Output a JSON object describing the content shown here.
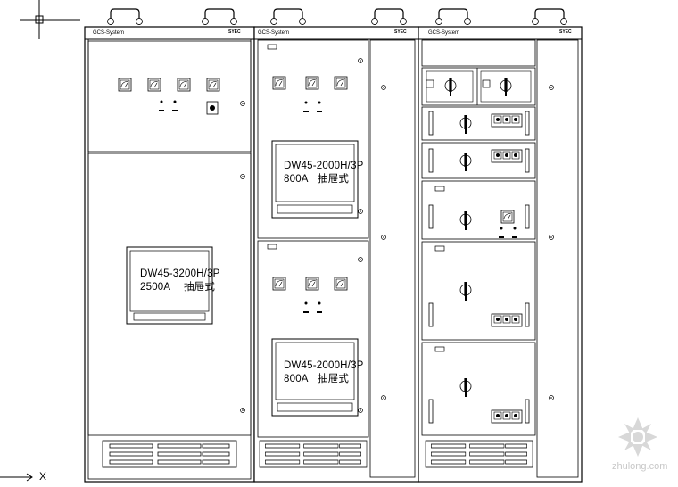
{
  "cabinets": [
    {
      "header": "GCS-System",
      "logo": "SYEC"
    },
    {
      "header": "GCS-System",
      "logo": "SYEC"
    },
    {
      "header": "GCS-System",
      "logo": "SYEC"
    }
  ],
  "breakers": [
    {
      "model": "DW45-3200H/3P",
      "rating": "2500A",
      "type": "抽屉式"
    },
    {
      "model": "DW45-2000H/3P",
      "rating": "800A",
      "type": "抽屉式"
    },
    {
      "model": "DW45-2000H/3P",
      "rating": "800A",
      "type": "抽屉式"
    }
  ],
  "axis": {
    "label": "X"
  },
  "watermark": {
    "text": "zhulong.com"
  },
  "colors": {
    "line": "#000000",
    "background": "#ffffff",
    "watermark": "#c8c8c8"
  }
}
